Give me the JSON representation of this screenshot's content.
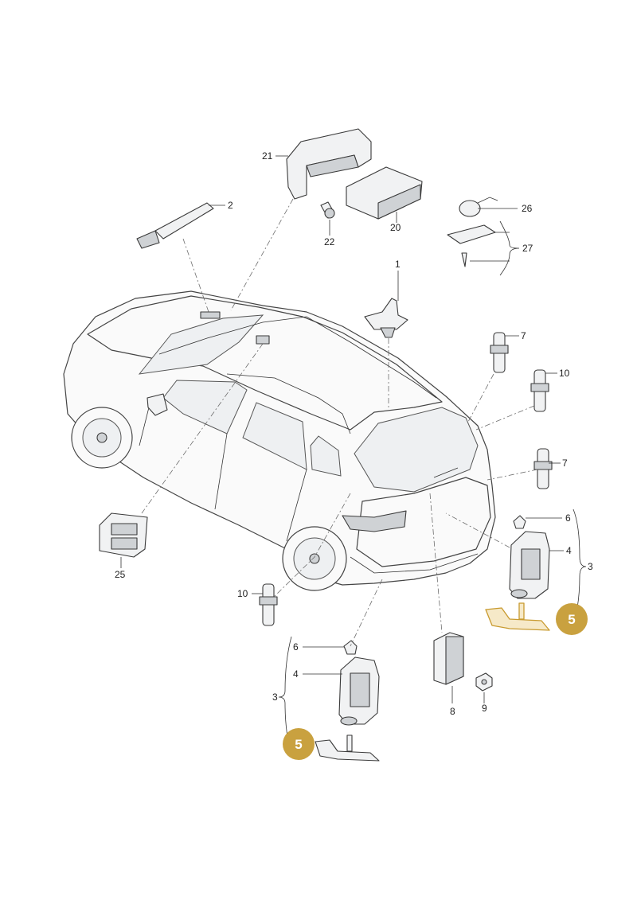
{
  "callouts": {
    "c1": "1",
    "c2": "2",
    "c3a": "3",
    "c3b": "3",
    "c4a": "4",
    "c4b": "4",
    "c6a": "6",
    "c6b": "6",
    "c7a": "7",
    "c7b": "7",
    "c8": "8",
    "c9": "9",
    "c10a": "10",
    "c10b": "10",
    "c20": "20",
    "c21": "21",
    "c22": "22",
    "c25": "25",
    "c26": "26",
    "c27": "27"
  },
  "highlight_badges": {
    "b5a": "5",
    "b5b": "5"
  },
  "colors": {
    "highlight": "#c9a13f",
    "line": "#333333"
  }
}
